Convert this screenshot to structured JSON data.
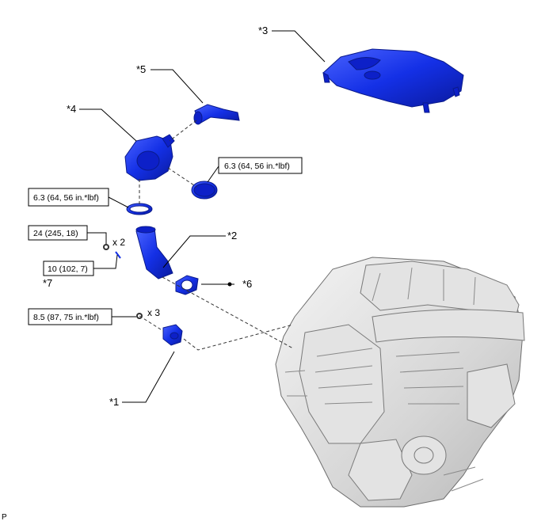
{
  "callouts": {
    "c1": "*1",
    "c2": "*2",
    "c3": "*3",
    "c4": "*4",
    "c5": "*5",
    "c6": "*6",
    "c7": "*7"
  },
  "torque": {
    "t1": "6.3 (64, 56 in.*lbf)",
    "t2": "6.3 (64, 56 in.*lbf)",
    "t3": "24 (245, 18)",
    "t4": "10 (102, 7)",
    "t5": "8.5 (87, 75 in.*lbf)"
  },
  "quantities": {
    "q1": "x 2",
    "q2": "x 3"
  },
  "footer": {
    "code": "P"
  },
  "colors": {
    "part_blue": "#1430e6",
    "engine_gray": "#d9d9d9"
  }
}
